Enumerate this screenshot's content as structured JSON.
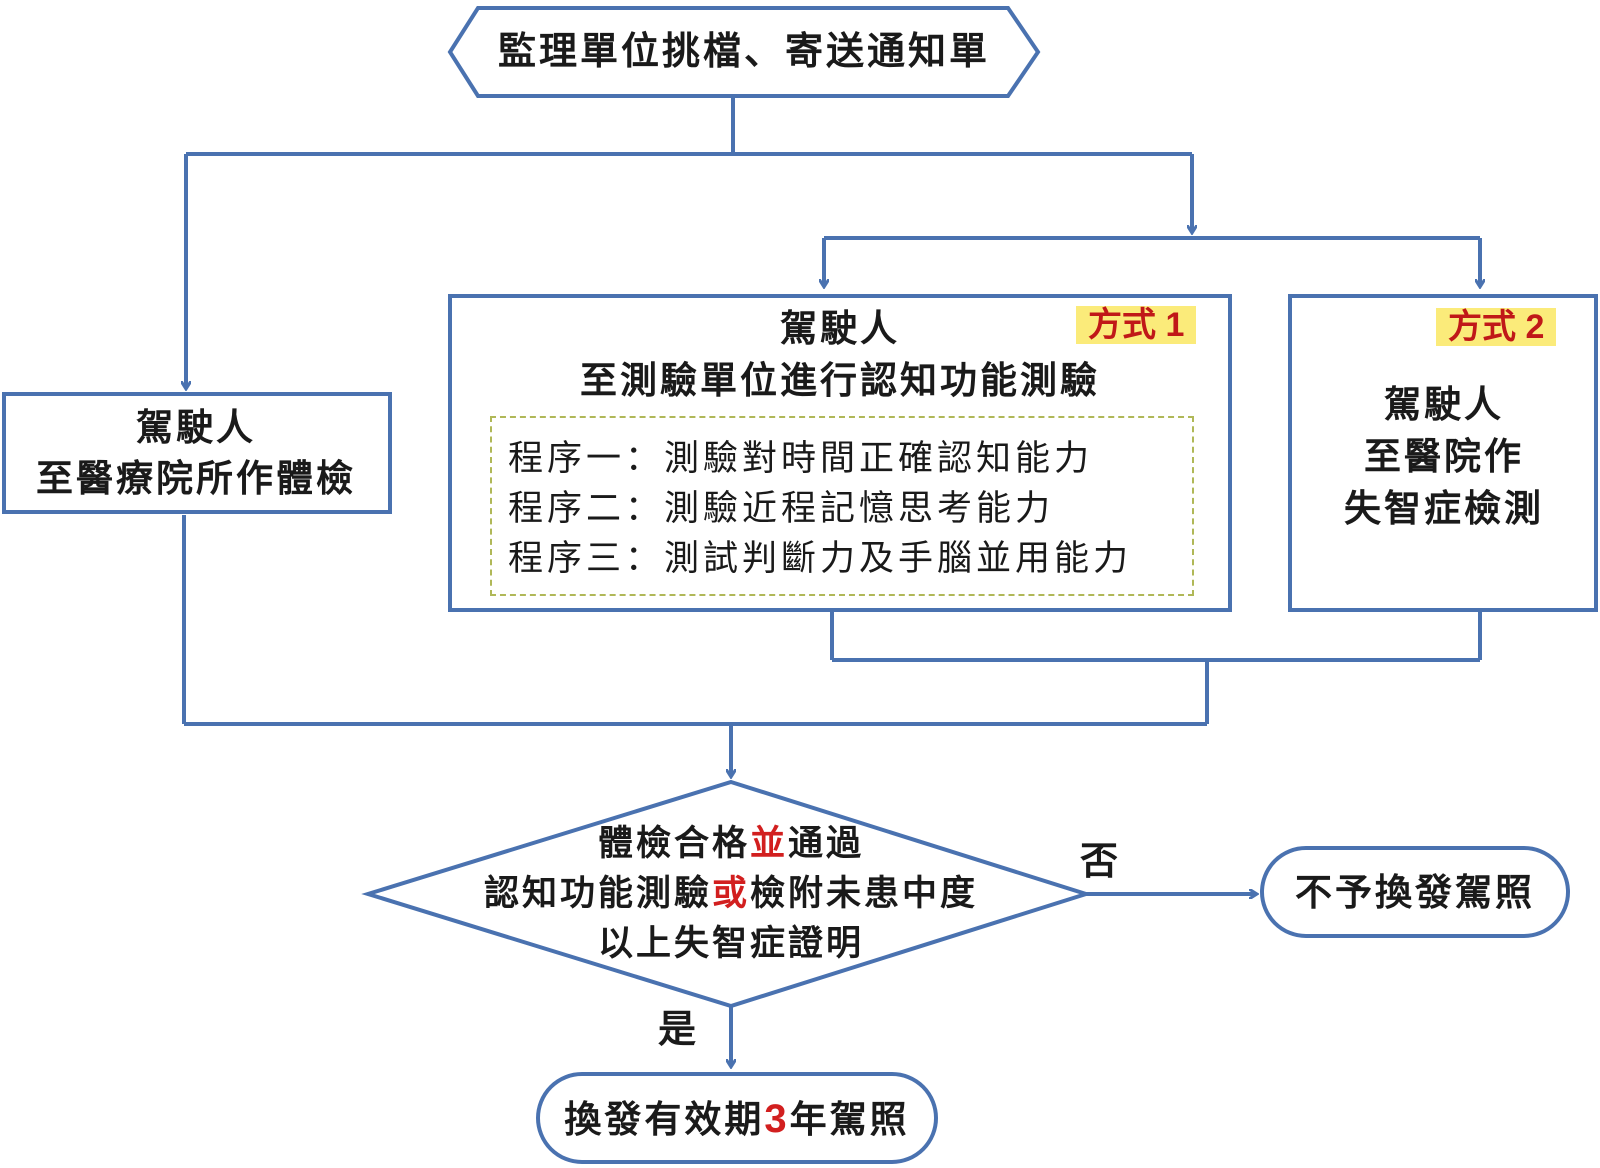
{
  "start": {
    "label": "監理單位挑檔、寄送通知單"
  },
  "left_box": {
    "line1": "駕駛人",
    "line2": "至醫療院所作體檢"
  },
  "method1": {
    "tag": "方式 1",
    "line1": "駕駛人",
    "line2": "至測驗單位進行認知功能測驗",
    "steps": [
      "程序一：測驗對時間正確認知能力",
      "程序二：測驗近程記憶思考能力",
      "程序三：測試判斷力及手腦並用能力"
    ]
  },
  "method2": {
    "tag": "方式 2",
    "line1": "駕駛人",
    "line2": "至醫院作",
    "line3": "失智症檢測"
  },
  "decision": {
    "l1a": "體檢合格",
    "l1b": "並",
    "l1c": "通過",
    "l2a": "認知功能測驗",
    "l2b": "或",
    "l2c": "檢附未患中度",
    "l3": "以上失智症證明"
  },
  "no_label": "否",
  "yes_label": "是",
  "reject": {
    "label": "不予換發駕照"
  },
  "result": {
    "a": "換發有效期",
    "b": "3",
    "c": "年駕照"
  },
  "colors": {
    "line": "#4a72b0",
    "tag_bg": "#fbeb7a",
    "emphasis": "#d21f1f"
  }
}
